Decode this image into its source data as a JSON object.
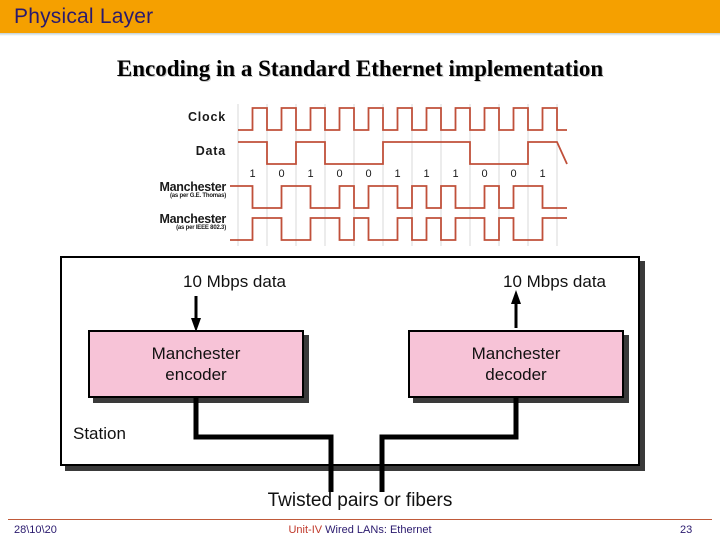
{
  "header": {
    "title": "Physical Layer",
    "bar_color": "#F5A000",
    "text_color": "#2A1A6E"
  },
  "slide": {
    "title": "Encoding in a Standard Ethernet implementation"
  },
  "waveform_figure": {
    "rows": [
      {
        "name": "clock",
        "label": "Clock",
        "sublabel": ""
      },
      {
        "name": "data",
        "label": "Data",
        "sublabel": ""
      },
      {
        "name": "manchester-thomas",
        "label": "Manchester",
        "sublabel": "(as per G.E. Thomas)"
      },
      {
        "name": "manchester-ieee",
        "label": "Manchester",
        "sublabel": "(as per IEEE 802.3)"
      }
    ],
    "bits": [
      "1",
      "0",
      "1",
      "0",
      "0",
      "1",
      "1",
      "1",
      "0",
      "0",
      "1"
    ],
    "signal_color": "#C0503A",
    "grid_color": "#D8D8D8"
  },
  "station_figure": {
    "rate_left": "10 Mbps data",
    "rate_right": "10 Mbps data",
    "encoder_line1": "Manchester",
    "encoder_line2": "encoder",
    "decoder_line1": "Manchester",
    "decoder_line2": "decoder",
    "station_label": "Station",
    "medium_label": "Twisted pairs or fibers",
    "box_fill": "#F7C3D7",
    "box_border": "#000000"
  },
  "footer": {
    "date": "28\\10\\20",
    "unit": "Unit-IV",
    "subject": " Wired LANs: Ethernet",
    "page": "23",
    "rule_color": "#C05A3A"
  }
}
